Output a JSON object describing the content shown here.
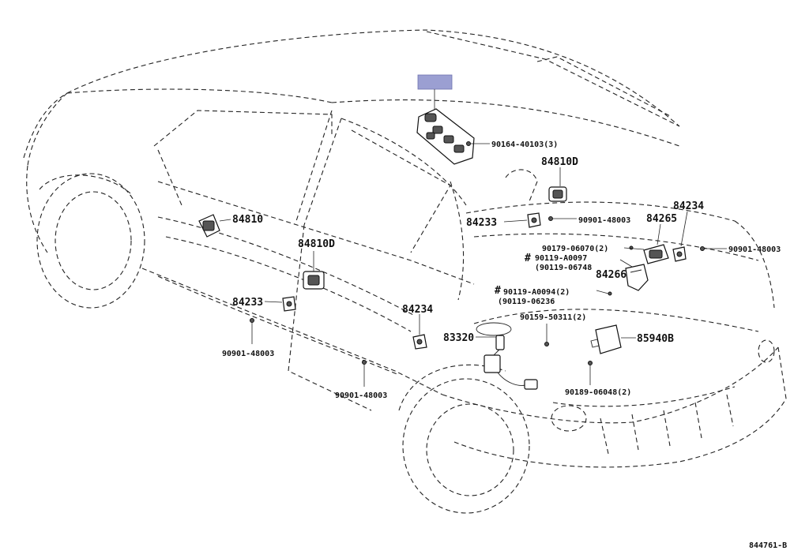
{
  "highlight_color": "#9b9fd2",
  "diagram_ref": "844761-B",
  "parts": {
    "p84810": "84810",
    "p84810d_top": "84810D",
    "p84810d_mid": "84810D",
    "p90164": "90164-40103(3)",
    "p84233_top": "84233",
    "p90901_a": "90901-48003",
    "p84265": "84265",
    "p84234_right": "84234",
    "p90901_right": "90901-48003",
    "p90179": "90179-06070(2)",
    "p90119_a0097": "90119-A0097",
    "p90119_06748": "(90119-06748",
    "p84266": "84266",
    "hash1": "#",
    "hash2": "#",
    "p90119_a0094": "90119-A0094(2)",
    "p90119_06236": "(90119-06236",
    "p84233_left": "84233",
    "p90901_left": "90901-48003",
    "p84234_mid": "84234",
    "p83320": "83320",
    "p90159": "90159-50311(2)",
    "p85940b": "85940B",
    "p90901_bottom": "90901-48003",
    "p90189": "90189-06048(2)"
  }
}
